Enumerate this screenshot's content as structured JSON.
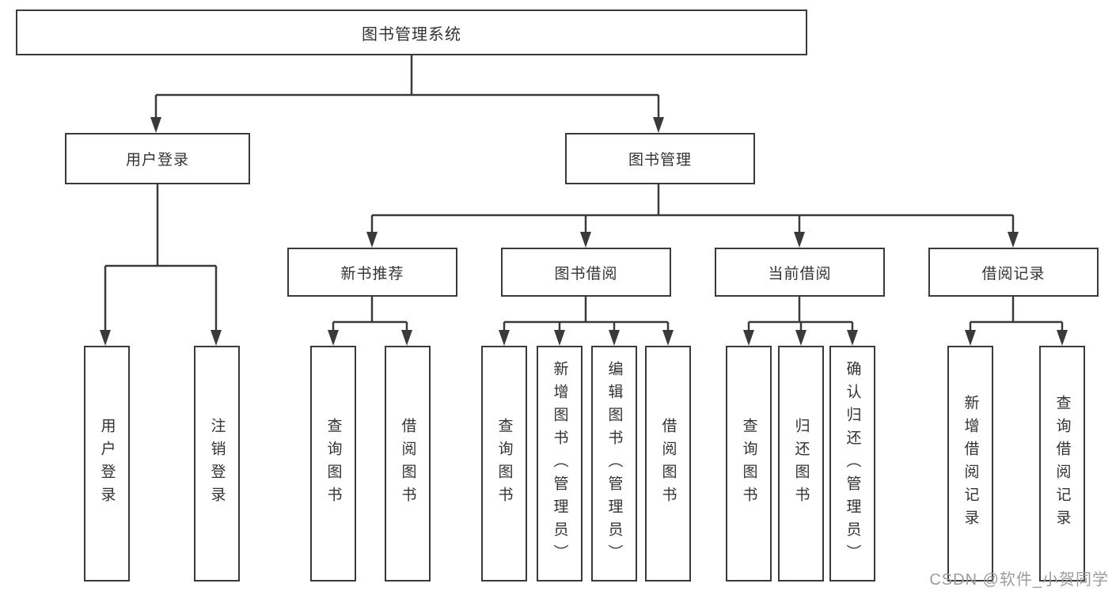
{
  "colors": {
    "line": "#3a3a3a",
    "box_border": "#3a3a3a",
    "box_fill": "#ffffff",
    "text": "#333333",
    "watermark": "#9c9c9c"
  },
  "diagram": {
    "root": {
      "label": "图书管理系统"
    },
    "branches": [
      {
        "label": "用户登录",
        "children": [
          {
            "label": "用户登录"
          },
          {
            "label": "注销登录"
          }
        ]
      },
      {
        "label": "图书管理",
        "children": [
          {
            "label": "新书推荐",
            "children": [
              {
                "label": "查询图书"
              },
              {
                "label": "借阅图书"
              }
            ]
          },
          {
            "label": "图书借阅",
            "children": [
              {
                "label": "查询图书"
              },
              {
                "label": "新增图书（管理员）"
              },
              {
                "label": "编辑图书（管理员）"
              },
              {
                "label": "借阅图书"
              }
            ]
          },
          {
            "label": "当前借阅",
            "children": [
              {
                "label": "查询图书"
              },
              {
                "label": "归还图书"
              },
              {
                "label": "确认归还（管理员）"
              }
            ]
          },
          {
            "label": "借阅记录",
            "children": [
              {
                "label": "新增借阅记录"
              },
              {
                "label": "查询借阅记录"
              }
            ]
          }
        ]
      }
    ]
  },
  "watermark": {
    "text": "CSDN @软件_小贺同学"
  }
}
